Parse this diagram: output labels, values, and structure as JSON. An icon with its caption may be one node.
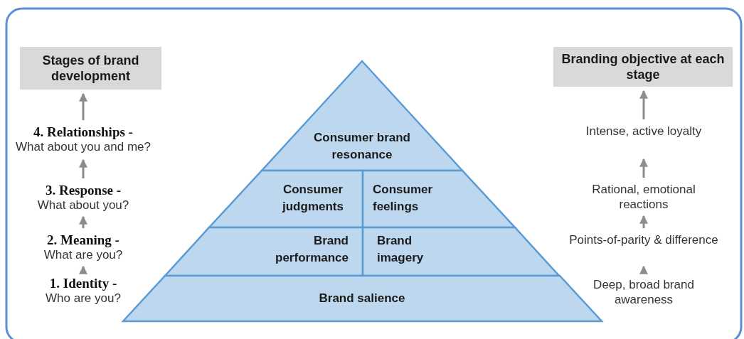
{
  "diagram": {
    "nodes": [
      {
        "text": [
          "Stages of brand development"
        ]
      },
      {
        "text": [
          "4. Relationships -",
          "What about you and me?"
        ]
      },
      {
        "text": [
          "3. Response -",
          "What about you?"
        ]
      },
      {
        "text": [
          "2. Meaning -",
          "What are you?"
        ]
      },
      {
        "text": [
          "1. Identity -",
          "Who are you?"
        ]
      },
      {
        "text": [
          "Consumer brand resonance"
        ]
      },
      {
        "text": [
          "Consumer judgments"
        ]
      },
      {
        "text": [
          "Consumer feelings"
        ]
      },
      {
        "text": [
          "Brand performance"
        ]
      },
      {
        "text": [
          "Brand imagery"
        ]
      },
      {
        "text": [
          "Brand salience"
        ]
      },
      {
        "text": [
          "Branding objective at each stage"
        ]
      },
      {
        "text": [
          "Intense, active loyalty"
        ]
      },
      {
        "text": [
          "Rational, emotional reactions"
        ]
      },
      {
        "text": [
          "Points-of-parity & difference"
        ]
      },
      {
        "text": [
          "Deep, broad brand awareness"
        ]
      }
    ],
    "edges": [
      {
        "from": 4,
        "to": 3,
        "arrow": "to"
      },
      {
        "from": 3,
        "to": 2,
        "arrow": "to"
      },
      {
        "from": 2,
        "to": 1,
        "arrow": "to"
      },
      {
        "from": 1,
        "to": 0,
        "arrow": "to"
      },
      {
        "from": 15,
        "to": 14,
        "arrow": "to"
      },
      {
        "from": 14,
        "to": 13,
        "arrow": "to"
      },
      {
        "from": 13,
        "to": 12,
        "arrow": "to"
      },
      {
        "from": 12,
        "to": 11,
        "arrow": "to"
      }
    ]
  }
}
